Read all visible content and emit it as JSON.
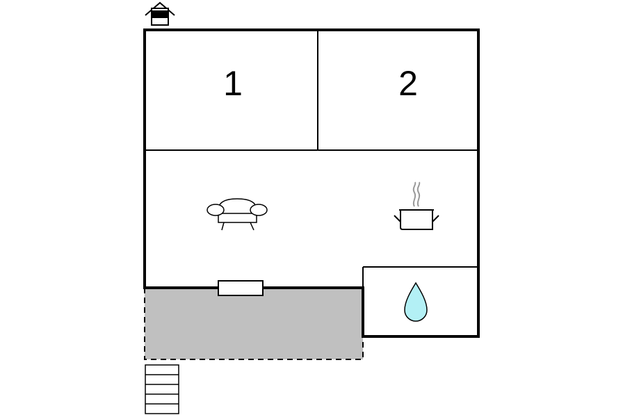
{
  "floorplan": {
    "rooms": [
      {
        "id": "bedroom-1",
        "label": "1"
      },
      {
        "id": "bedroom-2",
        "label": "2"
      }
    ],
    "icons": {
      "entrance": "house-entrance-icon",
      "living": "sofa-icon",
      "kitchen": "cooking-pot-icon",
      "bathroom": "water-drop-icon",
      "stairs": "stairs-icon",
      "window": "window-icon"
    },
    "colors": {
      "walls": "#000000",
      "terrace": "#c0c0c0",
      "water": "#b3f0f5",
      "steam": "#999999"
    }
  }
}
